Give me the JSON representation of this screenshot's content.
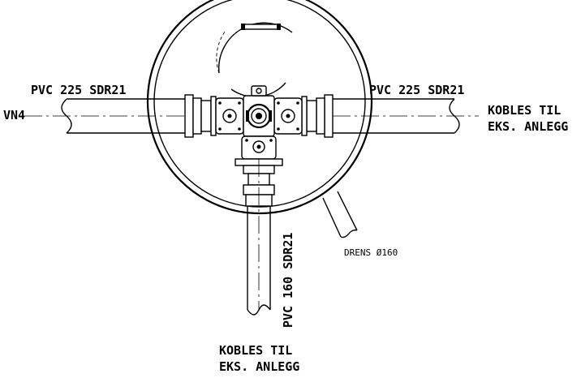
{
  "labels": {
    "pipe_left": "PVC 225 SDR21",
    "pipe_right": "PVC 225 SDR21",
    "inlet": "VN4",
    "connect_right_line1": "KOBLES TIL",
    "connect_right_line2": "EKS. ANLEGG",
    "pipe_down": "PVC 160 SDR21",
    "drain": "DRENS Ø160",
    "connect_bottom_line1": "KOBLES TIL",
    "connect_bottom_line2": "EKS. ANLEGG"
  }
}
